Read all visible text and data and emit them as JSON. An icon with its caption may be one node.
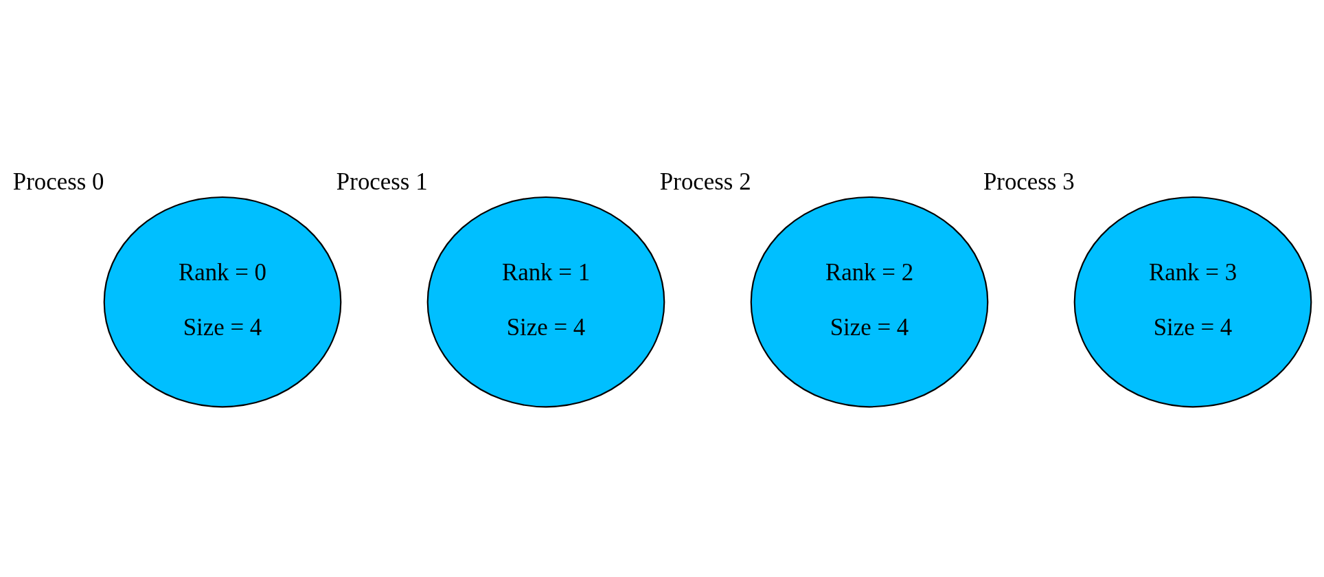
{
  "diagram": {
    "nodes": [
      {
        "text": [
          "Rank = 0",
          "Size = 4"
        ],
        "beside": [
          "Process 0"
        ]
      },
      {
        "text": [
          "Rank = 1",
          "Size = 4"
        ],
        "beside": [
          "Process 1"
        ]
      },
      {
        "text": [
          "Rank = 2",
          "Size = 4"
        ],
        "beside": [
          "Process 2"
        ]
      },
      {
        "text": [
          "Rank = 3",
          "Size = 4"
        ],
        "beside": [
          "Process 3"
        ]
      }
    ]
  }
}
